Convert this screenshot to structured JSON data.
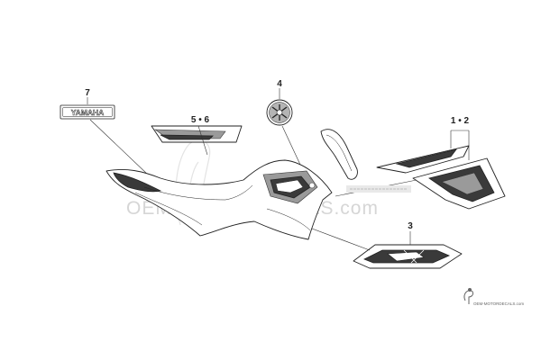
{
  "callouts": {
    "p1_2": "1 • 2",
    "p3": "3",
    "p4": "4",
    "p5_6": "5 • 6",
    "p7": "7"
  },
  "decals": {
    "yamaha_text": "YAMAHA"
  },
  "watermark": {
    "main": "OEM MOTORDECALS.com",
    "corner": "OEM-MOTORDECALS.com"
  },
  "colors": {
    "line": "#222222",
    "watermark": "#d6d6d6"
  }
}
